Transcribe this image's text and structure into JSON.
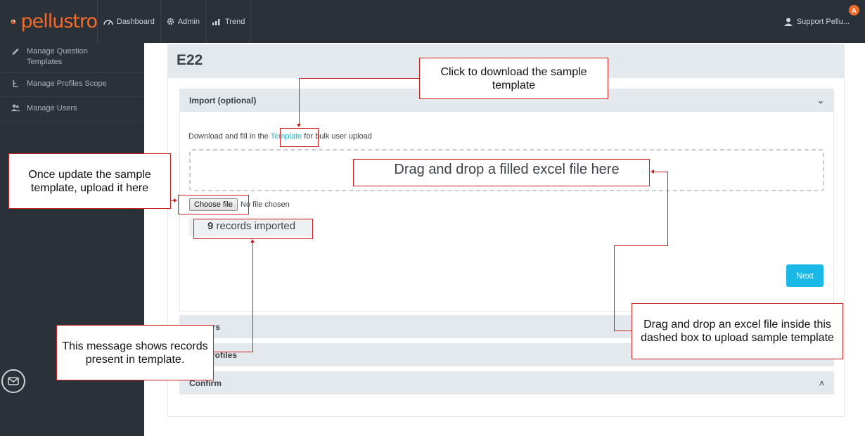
{
  "app": {
    "logo_text": "pellustro"
  },
  "nav": [
    {
      "label": "Dashboard",
      "icon": "gauge-icon"
    },
    {
      "label": "Admin",
      "icon": "gear-icon"
    },
    {
      "label": "Trend",
      "icon": "bar-chart-icon"
    }
  ],
  "user": {
    "name": "Support Pellu...",
    "badge": "A",
    "icon": "user-icon"
  },
  "sidebar": {
    "items": [
      {
        "label": "Manage Question Templates",
        "icon": "pencil-icon"
      },
      {
        "label": "Manage Profiles Scope",
        "icon": "scope-icon"
      },
      {
        "label": "Manage Users",
        "icon": "users-icon"
      }
    ],
    "fab_icon": "mail-icon"
  },
  "main": {
    "title": "E22",
    "import": {
      "header": "Import (optional)",
      "download_prefix": "Download and fill in the ",
      "download_link": "Template",
      "download_suffix": " for bulk user upload",
      "dropzone_label": "Drag and drop a filled excel file here",
      "choose_file": "Choose file",
      "no_file": "No file chosen",
      "records_count": "9",
      "records_label": " records imported",
      "next": "Next"
    },
    "sections": [
      {
        "header": "Add Users",
        "visible": "ers"
      },
      {
        "header": "Profiles",
        "visible": "Profiles"
      },
      {
        "header": "Confirm",
        "visible": "Confirm"
      }
    ]
  },
  "annotations": {
    "download": "Click to  download the sample template",
    "upload": "Once update the sample template, upload it here",
    "records": "This message shows records present  in template.",
    "dragdrop": "Drag and drop an excel file inside this dashed box to upload sample template"
  },
  "colors": {
    "accent": "#f36b2b",
    "link": "#2bb4c6",
    "button": "#19b8e6",
    "annotation": "#cc1f1f",
    "chrome": "#2b3138"
  }
}
